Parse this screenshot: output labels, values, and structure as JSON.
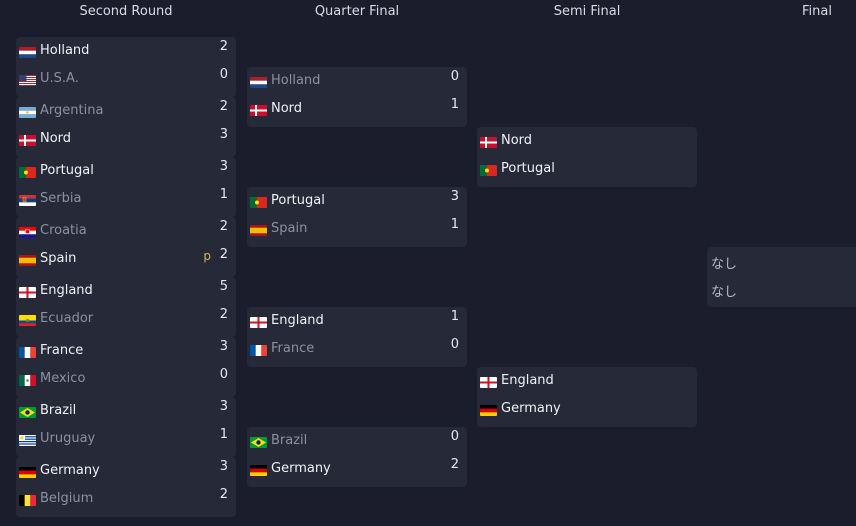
{
  "rounds": {
    "second_round": "Second Round",
    "quarter_final": "Quarter Final",
    "semi_final": "Semi Final",
    "final": "Final"
  },
  "second_round": [
    {
      "t1": {
        "name": "Holland",
        "score": "2",
        "flag": "netherlands",
        "win": true
      },
      "t2": {
        "name": "U.S.A.",
        "score": "0",
        "flag": "usa",
        "win": false
      }
    },
    {
      "t1": {
        "name": "Argentina",
        "score": "2",
        "flag": "argentina",
        "win": false
      },
      "t2": {
        "name": "Nord",
        "score": "3",
        "flag": "denmark",
        "win": true
      }
    },
    {
      "t1": {
        "name": "Portugal",
        "score": "3",
        "flag": "portugal",
        "win": true
      },
      "t2": {
        "name": "Serbia",
        "score": "1",
        "flag": "serbia",
        "win": false
      }
    },
    {
      "t1": {
        "name": "Croatia",
        "score": "2",
        "flag": "croatia",
        "win": false
      },
      "t2": {
        "name": "Spain",
        "score": "2",
        "flag": "spain",
        "win": true,
        "pen": "p"
      }
    },
    {
      "t1": {
        "name": "England",
        "score": "5",
        "flag": "england",
        "win": true
      },
      "t2": {
        "name": "Ecuador",
        "score": "2",
        "flag": "ecuador",
        "win": false
      }
    },
    {
      "t1": {
        "name": "France",
        "score": "3",
        "flag": "france",
        "win": true
      },
      "t2": {
        "name": "Mexico",
        "score": "0",
        "flag": "mexico",
        "win": false
      }
    },
    {
      "t1": {
        "name": "Brazil",
        "score": "3",
        "flag": "brazil",
        "win": true
      },
      "t2": {
        "name": "Uruguay",
        "score": "1",
        "flag": "uruguay",
        "win": false
      }
    },
    {
      "t1": {
        "name": "Germany",
        "score": "3",
        "flag": "germany",
        "win": true
      },
      "t2": {
        "name": "Belgium",
        "score": "2",
        "flag": "belgium",
        "win": false
      }
    }
  ],
  "quarter_final": [
    {
      "t1": {
        "name": "Holland",
        "score": "0",
        "flag": "netherlands",
        "win": false
      },
      "t2": {
        "name": "Nord",
        "score": "1",
        "flag": "denmark",
        "win": true
      }
    },
    {
      "t1": {
        "name": "Portugal",
        "score": "3",
        "flag": "portugal",
        "win": true
      },
      "t2": {
        "name": "Spain",
        "score": "1",
        "flag": "spain",
        "win": false
      }
    },
    {
      "t1": {
        "name": "England",
        "score": "1",
        "flag": "england",
        "win": true
      },
      "t2": {
        "name": "France",
        "score": "0",
        "flag": "france",
        "win": false
      }
    },
    {
      "t1": {
        "name": "Brazil",
        "score": "0",
        "flag": "brazil",
        "win": false
      },
      "t2": {
        "name": "Germany",
        "score": "2",
        "flag": "germany",
        "win": true
      }
    }
  ],
  "semi_final": [
    {
      "t1": {
        "name": "Nord",
        "score": "",
        "flag": "denmark",
        "win": true
      },
      "t2": {
        "name": "Portugal",
        "score": "",
        "flag": "portugal",
        "win": true
      }
    },
    {
      "t1": {
        "name": "England",
        "score": "",
        "flag": "england",
        "win": true
      },
      "t2": {
        "name": "Germany",
        "score": "",
        "flag": "germany",
        "win": true
      }
    }
  ],
  "final": {
    "t1": "なし",
    "t2": "なし"
  },
  "colors": {
    "background": "#1b1d2c",
    "card": "#262938",
    "winner_text": "#f0f1f6",
    "loser_text": "#8d90a0",
    "penalty": "#d8b54a"
  }
}
